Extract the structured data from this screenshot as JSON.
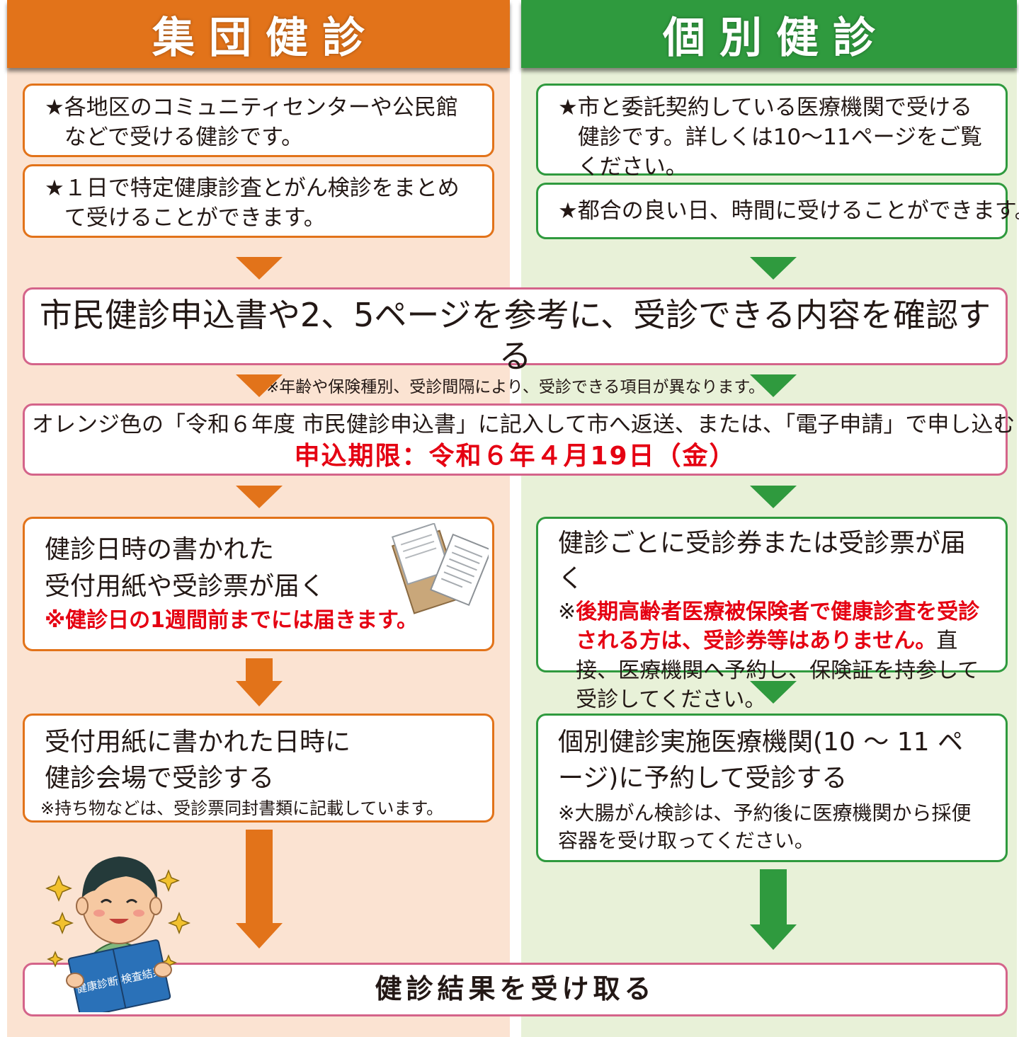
{
  "headers": {
    "group": "集団健診",
    "individual": "個別健診"
  },
  "group": {
    "info1_star": "★",
    "info1_text": "各地区のコミュニティセンターや公民館などで受ける健診です。",
    "info2_star": "★",
    "info2_text": "１日で特定健康診査とがん検診をまとめて受けることができます。",
    "step_receive_line1": "健診日時の書かれた",
    "step_receive_line2": "受付用紙や受診票が届く",
    "step_receive_note": "※健診日の1週間前までには届きます。",
    "step_attend_line1": "受付用紙に書かれた日時に",
    "step_attend_line2": "健診会場で受診する",
    "step_attend_note": "※持ち物などは、受診票同封書類に記載しています。",
    "book_label": "健康診断 検査結果"
  },
  "individual": {
    "info1_star": "★",
    "info1_text": "市と委託契約している医療機関で受ける健診です。詳しくは10〜11ページをご覧ください。",
    "info2_text": "★都合の良い日、時間に受けることができます。",
    "step_receive_title": "健診ごとに受診券または受診票が届く",
    "step_receive_note_mark": "※",
    "step_receive_note_red": "後期高齢者医療被保険者で健康診査を受診される方は、受診券等はありません。",
    "step_receive_note_rest": "直接、医療機関へ予約し、保険証を持参して受診してください。",
    "step_reserve_title": "個別健診実施医療機関(10 〜 11 ページ)に予約して受診する",
    "step_reserve_note": "※大腸がん検診は、予約後に医療機関から採便容器を受け取ってください。"
  },
  "common": {
    "confirm_title": "市民健診申込書や2、5ページを参考に、受診できる内容を確認する",
    "confirm_note": "※年齢や保険種別、受診間隔により、受診できる項目が異なります。",
    "apply_text": "オレンジ色の「令和６年度 市民健診申込書」に記入して市へ返送、または、「電子申請」で申し込む",
    "deadline": "申込期限：令和６年４月19日（金）",
    "result": "健診結果を受け取る"
  },
  "colors": {
    "orange": "#e2731a",
    "green": "#2f9a3e",
    "pink": "#d4648a",
    "red": "#e50012",
    "orange_bg": "#fbe3d2",
    "green_bg": "#e8f1d8"
  },
  "icons": {
    "envelope": "envelope-documents-icon",
    "person": "person-reading-results-icon"
  }
}
